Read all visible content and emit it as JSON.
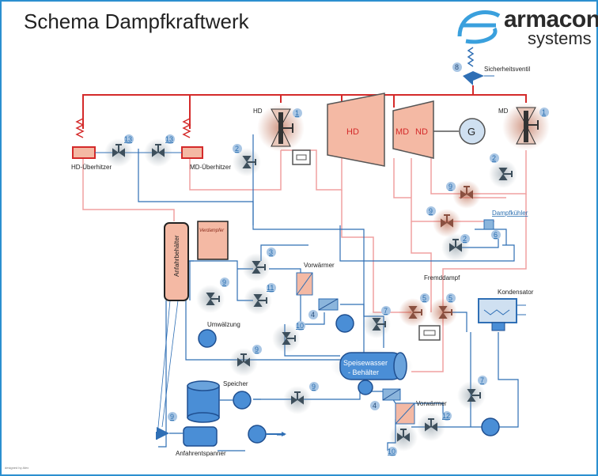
{
  "title": "Schema Dampfkraftwerk",
  "logo": {
    "word1": "armacon",
    "word2": "systems",
    "mark": "armacon-as-logo"
  },
  "labels": {
    "sicherheitsventil": "Sicherheitsventil",
    "hd_valve": "HD",
    "md_valve": "MD",
    "hd_turbine": "HD",
    "md_turbine": "MD",
    "nd_turbine": "ND",
    "generator": "G",
    "hd_ueberhitzer": "HD-Überhitzer",
    "md_ueberhitzer": "MD-Überhitzer",
    "dampfkuehler": "Dampfkühler",
    "anfahrbehaelter": "Anfahrbehälter",
    "verdampfer": "Verdampfer",
    "vorwaermer_top": "Vorwärmer",
    "fremddampf": "Fremddampf",
    "kondensator": "Kondensator",
    "umwaelzung": "Umwälzung",
    "speisewasser_line1": "Speisewasser",
    "speisewasser_line2": "- Behälter",
    "speicher": "Speicher",
    "vorwaermer_bottom": "Vorwärmer",
    "anfahrentspanner": "Anfahrentspanner",
    "credit": "designed by Alex"
  },
  "numbers": {
    "n8": "8",
    "n1a": "1",
    "n1b": "1",
    "n13a": "13",
    "n13b": "13",
    "n2a": "2",
    "n2b": "2",
    "n2c": "2",
    "n9a": "9",
    "n9b": "9",
    "n6": "6",
    "n3": "3",
    "n9c": "9",
    "n11": "11",
    "n4a": "4",
    "n10a": "10",
    "n7a": "7",
    "n5a": "5",
    "n5b": "5",
    "n9d": "9",
    "n9e": "9",
    "n4b": "4",
    "n7b": "7",
    "n12": "12",
    "n10b": "10",
    "n9f": "9"
  },
  "colors": {
    "steam": "#d42a2a",
    "steam_light": "#f0a0a0",
    "water": "#2f6fb5",
    "water_light": "#8bb5dc",
    "equipment": "#f4b9a4",
    "pump": "#4a8ed6"
  }
}
